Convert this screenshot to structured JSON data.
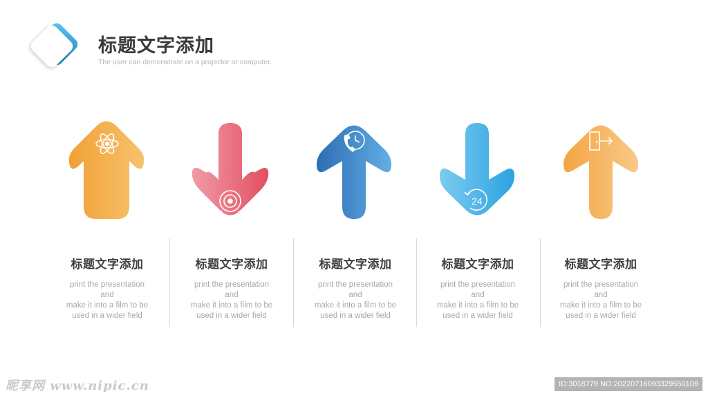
{
  "header": {
    "title": "标题文字添加",
    "subtitle": "The user can demonstrate on a projector or computer."
  },
  "items": [
    {
      "title": "标题文字添加",
      "body": [
        "print the presentation and",
        "make it into a film to be",
        "used in a wider field"
      ],
      "direction": "up",
      "icon": "atom-icon",
      "colors": [
        "#f1a135",
        "#f7c26e"
      ]
    },
    {
      "title": "标题文字添加",
      "body": [
        "print the presentation and",
        "make it into a film to be",
        "used in a wider field"
      ],
      "direction": "down",
      "icon": "target-icon",
      "colors": [
        "#f09ba6",
        "#e24f60"
      ]
    },
    {
      "title": "标题文字添加",
      "body": [
        "print the presentation and",
        "make it into a film to be",
        "used in a wider field"
      ],
      "direction": "up",
      "icon": "phone-clock-icon",
      "colors": [
        "#2d6db5",
        "#62aee4"
      ]
    },
    {
      "title": "标题文字添加",
      "body": [
        "print the presentation and",
        "make it into a film to be",
        "used in a wider field"
      ],
      "direction": "down",
      "icon": "24-hour-icon",
      "colors": [
        "#7dcbf0",
        "#2ca3e0"
      ]
    },
    {
      "title": "标题文字添加",
      "body": [
        "print the presentation and",
        "make it into a film to be",
        "used in a wider field"
      ],
      "direction": "up",
      "icon": "exit-door-icon",
      "colors": [
        "#f5a544",
        "#f8c987"
      ]
    }
  ],
  "watermark": {
    "left": "昵享网 www.nipic.cn",
    "right": "ID:3018779 NO:20220716093329550109"
  }
}
